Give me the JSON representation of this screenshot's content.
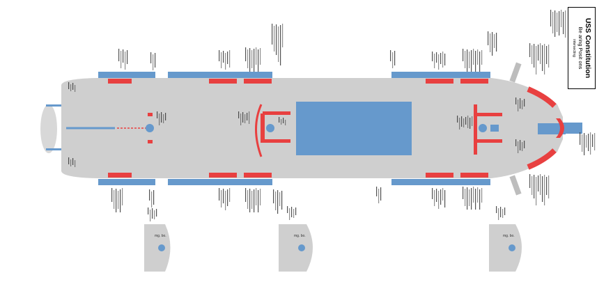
{
  "title": {
    "main": "USS Constitution",
    "sub": "Be aring Posit ons",
    "small": "intersecting"
  },
  "colors": {
    "hull": "#cfcfcf",
    "accent_blue": "#6699cc",
    "accent_red": "#e84040",
    "label_ink": "#333333"
  },
  "boat_label": "mg. bo."
}
